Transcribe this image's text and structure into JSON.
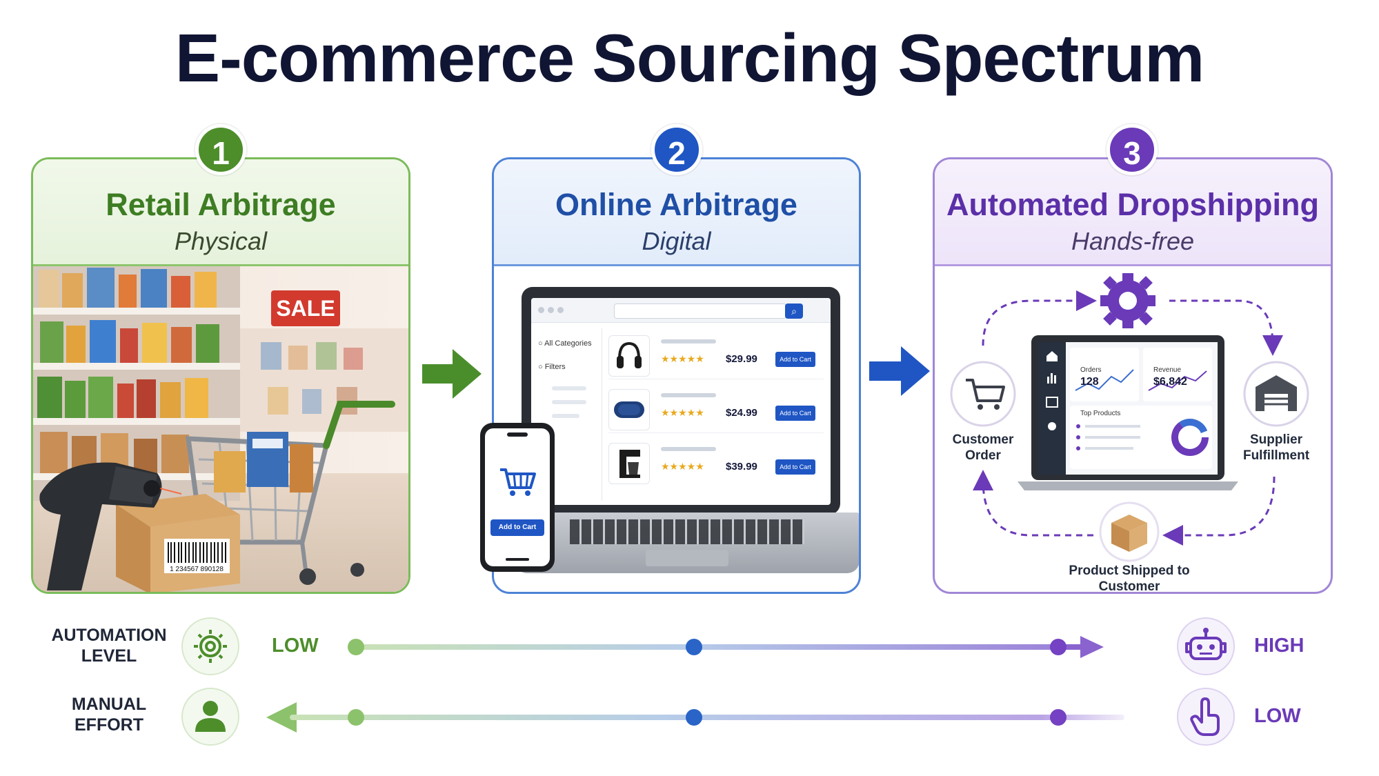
{
  "title": "E-commerce Sourcing Spectrum",
  "colors": {
    "green": "#4d8e2b",
    "blue": "#1f56c4",
    "purple": "#6a3ab8",
    "navy_text": "#101533"
  },
  "panels": [
    {
      "number": "1",
      "title": "Retail Arbitrage",
      "subtitle": "Physical",
      "scene": {
        "sale_sign": "SALE",
        "barcode_number": "1 234567 890128",
        "icons": [
          "barcode-scanner-icon",
          "shopping-cart-icon",
          "cardboard-box-icon",
          "store-shelf-icon"
        ]
      }
    },
    {
      "number": "2",
      "title": "Online Arbitrage",
      "subtitle": "Digital",
      "scene": {
        "sidebar": [
          "All Categories",
          "Filters"
        ],
        "products": [
          {
            "icon": "headphones-icon",
            "rating": "★★★★★",
            "price": "$29.99",
            "button": "Add to Cart"
          },
          {
            "icon": "speaker-icon",
            "rating": "★★★★★",
            "price": "$24.99",
            "button": "Add to Cart"
          },
          {
            "icon": "coffee-maker-icon",
            "rating": "★★★★★",
            "price": "$39.99",
            "button": "Add to Cart"
          }
        ],
        "phone_button": "Add to Cart"
      }
    },
    {
      "number": "3",
      "title": "Automated Dropshipping",
      "subtitle": "Hands-free",
      "scene": {
        "customer_order": "Customer Order",
        "supplier_fulfillment": "Supplier Fulfillment",
        "product_shipped": "Product Shipped to Customer",
        "dashboard": {
          "orders_label": "Orders",
          "orders_value": "128",
          "revenue_label": "Revenue",
          "revenue_value": "$6,842",
          "top_products_label": "Top Products"
        }
      }
    }
  ],
  "rows": [
    {
      "label": "AUTOMATION LEVEL",
      "left_value": "LOW",
      "right_value": "HIGH",
      "left_icon": "gear-icon",
      "right_icon": "robot-icon",
      "direction": "right"
    },
    {
      "label": "MANUAL EFFORT",
      "left_value": "",
      "right_value": "LOW",
      "left_icon": "person-icon",
      "right_icon": "hand-pointer-icon",
      "direction": "left"
    }
  ]
}
